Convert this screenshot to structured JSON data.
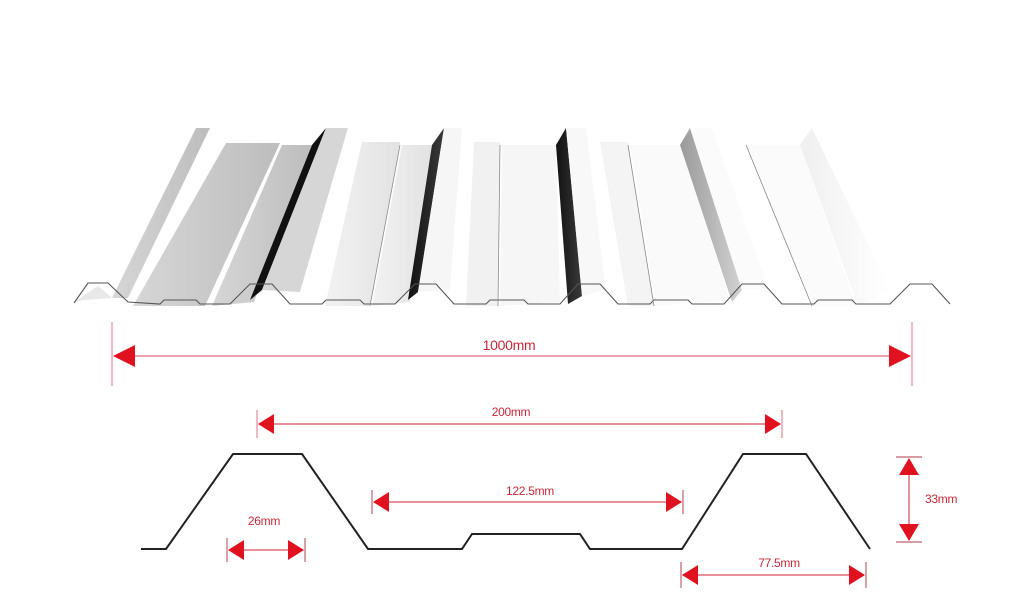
{
  "diagram": {
    "subject": "Trapezoidal corrugated roofing sheet with cross-section profile dimensions",
    "colors": {
      "dimension_red": "#e0121f",
      "dimension_line": "#e06a78",
      "dimension_text": "#c8283a",
      "profile_line": "#222222",
      "sheet_light": "#f4f4f4",
      "sheet_mid": "#cfcfcf",
      "sheet_dark": "#1c1c1c"
    },
    "dimensions": {
      "overall_width": {
        "label": "1000mm",
        "value": 1000,
        "unit": "mm"
      },
      "rib_pitch": {
        "label": "200mm",
        "value": 200,
        "unit": "mm"
      },
      "valley_width": {
        "label": "122.5mm",
        "value": 122.5,
        "unit": "mm"
      },
      "rib_top_width": {
        "label": "26mm",
        "value": 26,
        "unit": "mm"
      },
      "rib_base_width": {
        "label": "77.5mm",
        "value": 77.5,
        "unit": "mm"
      },
      "rib_height": {
        "label": "33mm",
        "value": 33,
        "unit": "mm"
      }
    }
  }
}
